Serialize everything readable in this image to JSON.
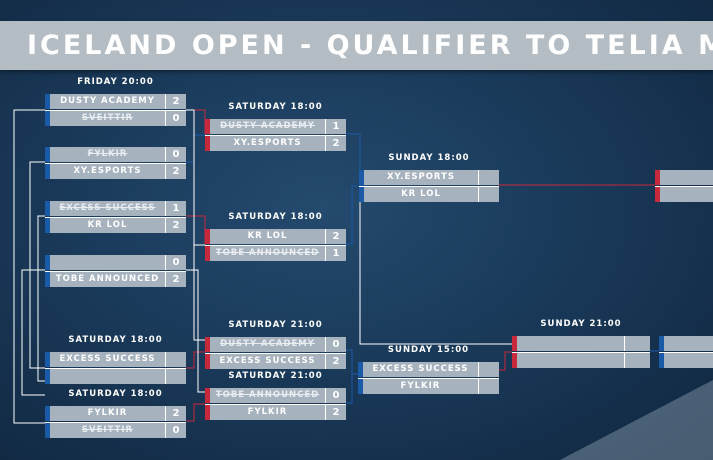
{
  "banner": {
    "title": "ICELAND OPEN - QUALIFIER TO TELIA MA"
  },
  "colors": {
    "red_accent": "#c8283c",
    "blue_accent": "#1a5aa6",
    "slot_fill": "#a6b2be",
    "banner_fill": "#b4bcc4"
  },
  "matches": {
    "r1_m1": {
      "time": "FRIDAY 20:00",
      "team1": "DUSTY ACADEMY",
      "score1": "2",
      "team2": "SVEITTIR",
      "score2": "0"
    },
    "r1_m2": {
      "time": "",
      "team1": "FYLKIR",
      "score1": "0",
      "team2": "XY.ESPORTS",
      "score2": "2"
    },
    "r1_m3": {
      "time": "",
      "team1": "EXCESS SUCCESS",
      "score1": "1",
      "team2": "KR LOL",
      "score2": "2"
    },
    "r1_m4": {
      "time": "",
      "team1": "",
      "score1": "0",
      "team2": "TOBE ANNOUNCED",
      "score2": "2"
    },
    "r1_m5": {
      "time": "SATURDAY 18:00",
      "team1": "EXCESS SUCCESS",
      "score1": "",
      "team2": "",
      "score2": ""
    },
    "r1_m6": {
      "time": "SATURDAY 18:00",
      "team1": "FYLKIR",
      "score1": "2",
      "team2": "SVEITTIR",
      "score2": "0"
    },
    "r2_m1": {
      "time": "SATURDAY 18:00",
      "team1": "DUSTY ACADEMY",
      "score1": "1",
      "team2": "XY.ESPORTS",
      "score2": "2"
    },
    "r2_m2": {
      "time": "SATURDAY 18:00",
      "team1": "KR LOL",
      "score1": "2",
      "team2": "TOBE ANNOUNCED",
      "score2": "1"
    },
    "r2_m3": {
      "time": "SATURDAY 21:00",
      "team1": "DUSTY ACADEMY",
      "score1": "0",
      "team2": "EXCESS SUCCESS",
      "score2": "2"
    },
    "r2_m4": {
      "time": "SATURDAY 21:00",
      "team1": "TOBE ANNOUNCED",
      "score1": "0",
      "team2": "FYLKIR",
      "score2": "2"
    },
    "r3_m1": {
      "time": "SUNDAY 18:00",
      "team1": "XY.ESPORTS",
      "score1": "",
      "team2": "KR LOL",
      "score2": ""
    },
    "r3_m2": {
      "time": "SUNDAY 15:00",
      "team1": "EXCESS SUCCESS",
      "score1": "",
      "team2": "FYLKIR",
      "score2": ""
    },
    "r4_m1": {
      "time": "SUNDAY 21:00",
      "team1": "",
      "score1": "",
      "team2": "",
      "score2": ""
    },
    "final": {
      "time": "",
      "team1": "",
      "score1": "",
      "team2": "",
      "score2": ""
    },
    "final_lower": {
      "time": "",
      "team1": "",
      "score1": "",
      "team2": "",
      "score2": ""
    }
  }
}
